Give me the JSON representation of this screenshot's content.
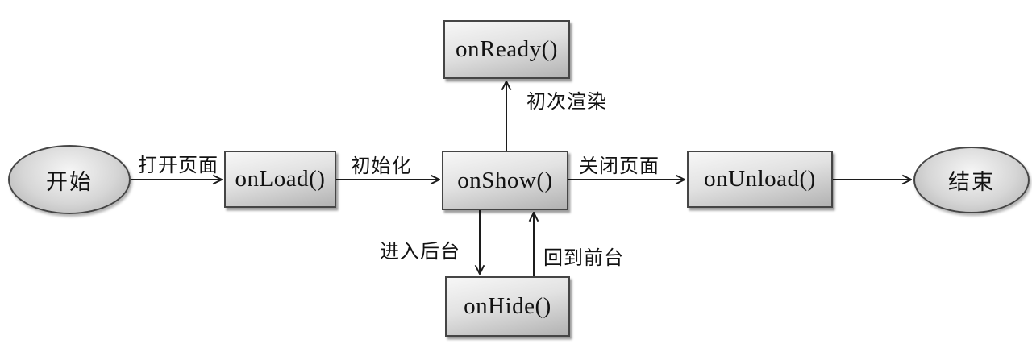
{
  "diagram": {
    "title_hint": "mini-program page lifecycle flowchart",
    "nodes": {
      "start": {
        "label": "开始",
        "shape": "ellipse"
      },
      "onload": {
        "label": "onLoad()",
        "shape": "rect"
      },
      "onshow": {
        "label": "onShow()",
        "shape": "rect"
      },
      "onready": {
        "label": "onReady()",
        "shape": "rect"
      },
      "onunload": {
        "label": "onUnload()",
        "shape": "rect"
      },
      "onhide": {
        "label": "onHide()",
        "shape": "rect"
      },
      "end": {
        "label": "结束",
        "shape": "ellipse"
      }
    },
    "edges": {
      "open_page": {
        "label": "打开页面",
        "from": "start",
        "to": "onload"
      },
      "initialize": {
        "label": "初始化",
        "from": "onload",
        "to": "onshow"
      },
      "first_render": {
        "label": "初次渲染",
        "from": "onshow",
        "to": "onready"
      },
      "close_page": {
        "label": "关闭页面",
        "from": "onshow",
        "to": "onunload"
      },
      "to_end": {
        "label": "",
        "from": "onunload",
        "to": "end"
      },
      "enter_background": {
        "label": "进入后台",
        "from": "onshow",
        "to": "onhide"
      },
      "back_to_foreground": {
        "label": "回到前台",
        "from": "onhide",
        "to": "onshow"
      }
    },
    "colors": {
      "background": "#ffffff",
      "node_border": "#454545",
      "arrow": "#1c1c1c",
      "text": "#121212",
      "box_fill_top": "#f7f7f7",
      "box_fill_bottom": "#b2b2b2",
      "ellipse_fill_light": "#f6f6f6",
      "ellipse_fill_dark": "#aeaeae"
    }
  }
}
